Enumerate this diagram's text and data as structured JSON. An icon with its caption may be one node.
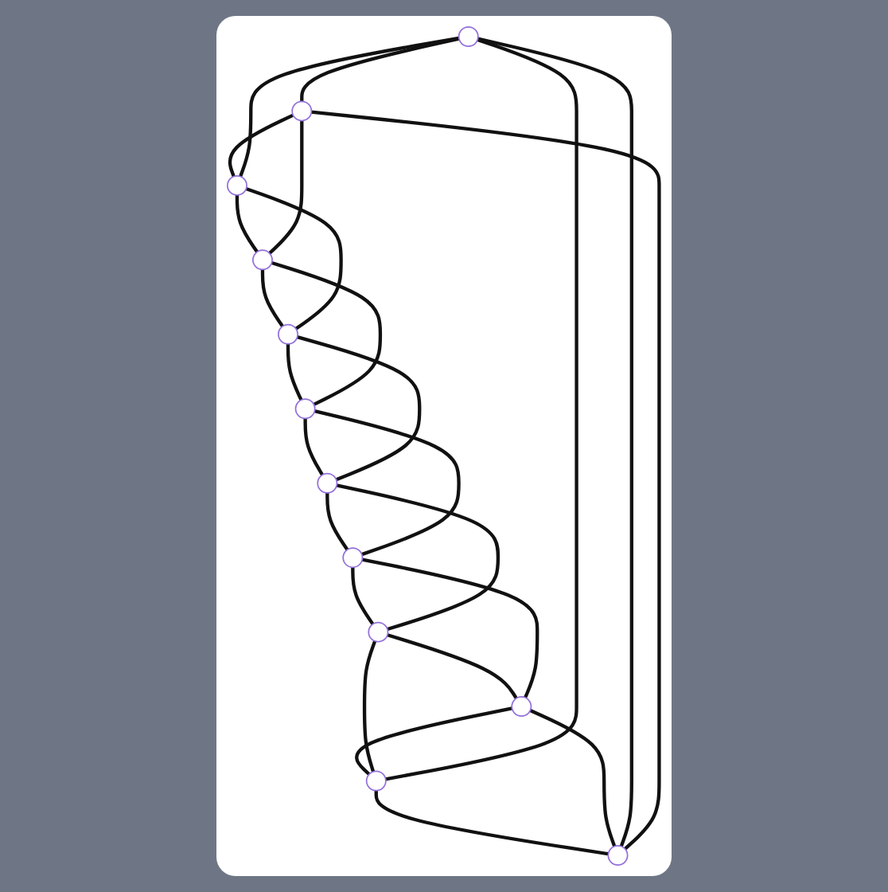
{
  "diagram": {
    "nodes": [
      {
        "text": [],
        "shape": "circle"
      },
      {
        "text": [],
        "shape": "circle"
      },
      {
        "text": [],
        "shape": "circle"
      },
      {
        "text": [],
        "shape": "circle"
      },
      {
        "text": [],
        "shape": "circle"
      },
      {
        "text": [],
        "shape": "circle"
      },
      {
        "text": [],
        "shape": "circle"
      },
      {
        "text": [],
        "shape": "circle"
      },
      {
        "text": [],
        "shape": "circle"
      },
      {
        "text": [],
        "shape": "circle"
      },
      {
        "text": [],
        "shape": "circle"
      },
      {
        "text": [],
        "shape": "circle"
      }
    ],
    "edges": [
      {
        "from": 0,
        "to": 2,
        "arrow": "none"
      },
      {
        "from": 2,
        "to": 4,
        "arrow": "none"
      },
      {
        "from": 4,
        "to": 6,
        "arrow": "none"
      },
      {
        "from": 6,
        "to": 8,
        "arrow": "none"
      },
      {
        "from": 8,
        "to": 10,
        "arrow": "none"
      },
      {
        "from": 10,
        "to": 11,
        "arrow": "none"
      },
      {
        "from": 11,
        "to": 9,
        "arrow": "none"
      },
      {
        "from": 9,
        "to": 7,
        "arrow": "none"
      },
      {
        "from": 7,
        "to": 5,
        "arrow": "none"
      },
      {
        "from": 5,
        "to": 3,
        "arrow": "none"
      },
      {
        "from": 3,
        "to": 1,
        "arrow": "none"
      },
      {
        "from": 1,
        "to": 0,
        "arrow": "none"
      },
      {
        "from": 0,
        "to": 4,
        "arrow": "none"
      },
      {
        "from": 2,
        "to": 6,
        "arrow": "none"
      },
      {
        "from": 4,
        "to": 8,
        "arrow": "none"
      },
      {
        "from": 6,
        "to": 10,
        "arrow": "none"
      },
      {
        "from": 8,
        "to": 11,
        "arrow": "none"
      },
      {
        "from": 10,
        "to": 9,
        "arrow": "none"
      },
      {
        "from": 11,
        "to": 7,
        "arrow": "none"
      },
      {
        "from": 9,
        "to": 5,
        "arrow": "none"
      },
      {
        "from": 7,
        "to": 3,
        "arrow": "none"
      },
      {
        "from": 5,
        "to": 1,
        "arrow": "none"
      },
      {
        "from": 3,
        "to": 0,
        "arrow": "none"
      },
      {
        "from": 1,
        "to": 2,
        "arrow": "none"
      }
    ]
  }
}
